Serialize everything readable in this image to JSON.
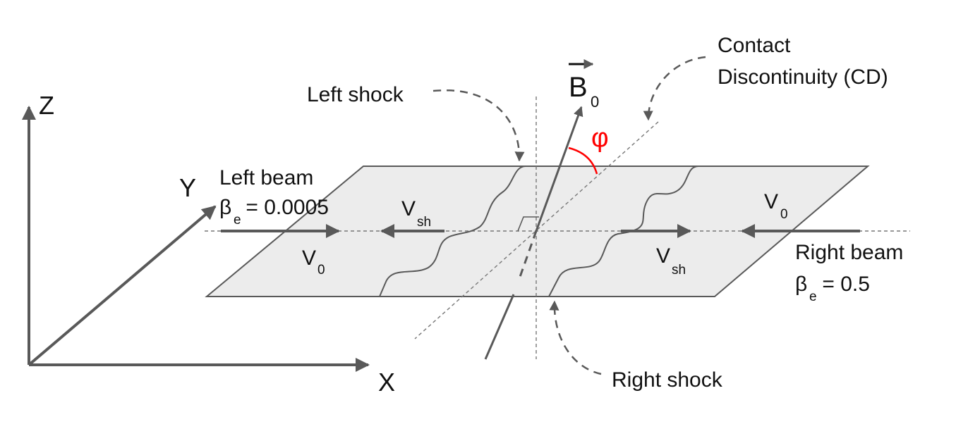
{
  "axes": {
    "x": "X",
    "y": "Y",
    "z": "Z"
  },
  "field": {
    "symbol": "B",
    "subscript": "0",
    "angle_symbol": "φ",
    "angle_color": "#ff0000"
  },
  "annotations": {
    "left_shock": "Left shock",
    "right_shock": "Right shock",
    "contact_line1": "Contact",
    "contact_line2": "Discontinuity (CD)"
  },
  "left_beam": {
    "title": "Left beam",
    "beta_symbol": "β",
    "beta_sub": "e",
    "beta_value": " = 0.0005"
  },
  "right_beam": {
    "title": "Right beam",
    "beta_symbol": "β",
    "beta_sub": "e",
    "beta_value": " = 0.5"
  },
  "velocities": {
    "v": "V",
    "v0_sub": "0",
    "vsh_sub": "sh"
  },
  "colors": {
    "plane_fill": "#ececec",
    "stroke": "#595959",
    "dash": "#777777",
    "text": "#111111"
  }
}
